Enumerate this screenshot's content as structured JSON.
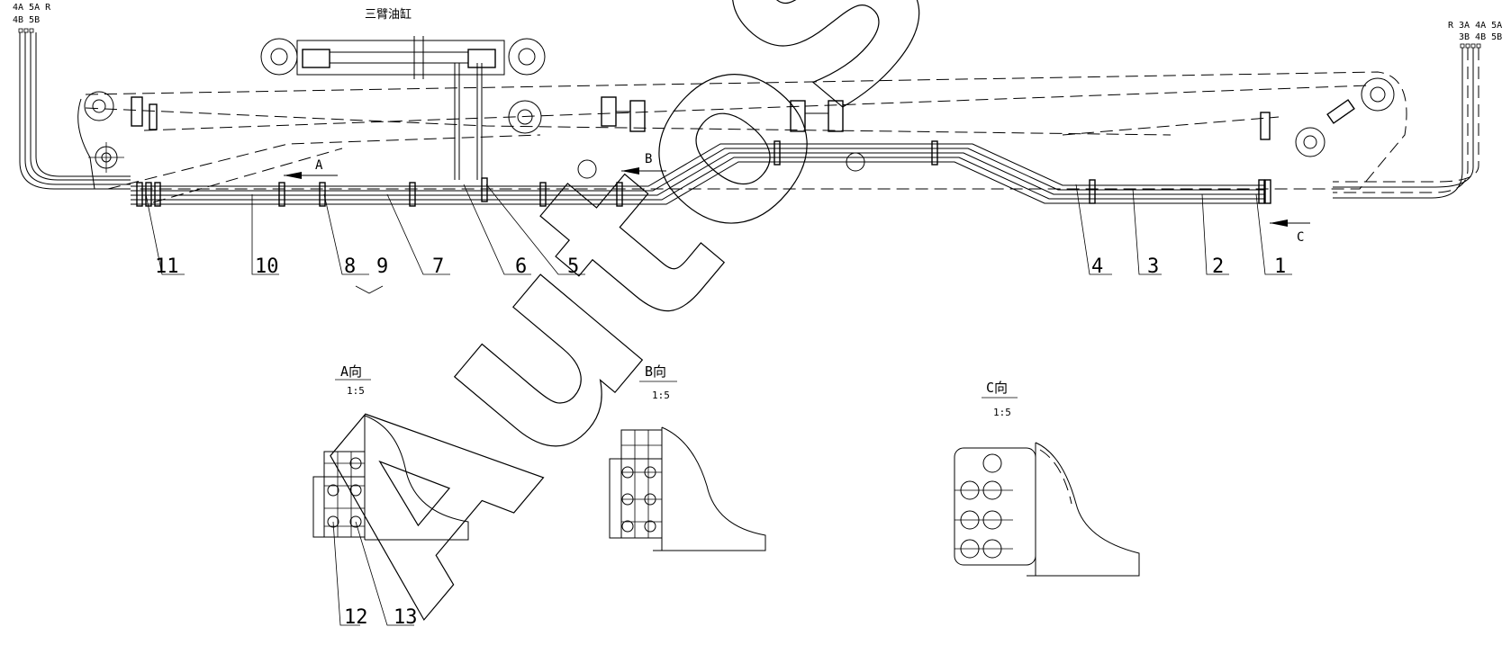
{
  "title": "三臂油缸",
  "ports": {
    "left_top": "4A 5A R",
    "left_bottom": "4B 5B",
    "right_top": "R 3A 4A 5A",
    "right_bottom": "3B 4B 5B"
  },
  "directions": {
    "a": "A",
    "b": "B",
    "c": "C"
  },
  "callouts": [
    "11",
    "10",
    "8",
    "9",
    "7",
    "6",
    "5",
    "4",
    "3",
    "2",
    "1"
  ],
  "detail_callouts": [
    "12",
    "13"
  ],
  "views": [
    {
      "label": "A向",
      "scale": "1:5"
    },
    {
      "label": "B向",
      "scale": "1:5"
    },
    {
      "label": "C向",
      "scale": "1:5"
    }
  ],
  "watermark": "AutoSoft"
}
